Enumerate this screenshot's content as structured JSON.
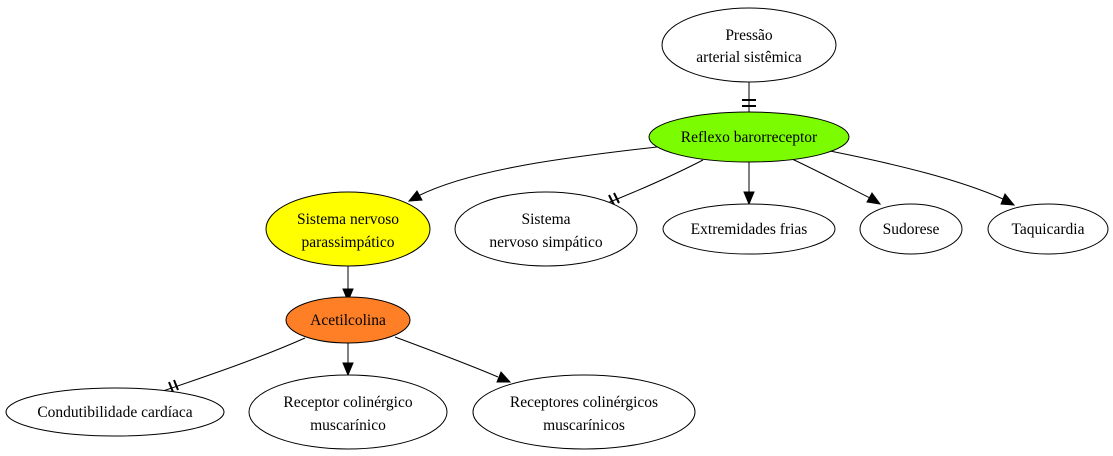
{
  "nodes": {
    "pressao": {
      "lines": [
        "Pressão",
        "arterial sistêmica"
      ],
      "fill": "#ffffff"
    },
    "reflexo": {
      "lines": [
        "Reflexo barorreceptor"
      ],
      "fill": "#7cfc00"
    },
    "parassimpatico": {
      "lines": [
        "Sistema nervoso",
        "parassimpático"
      ],
      "fill": "#ffff00"
    },
    "simpatico": {
      "lines": [
        "Sistema",
        "nervoso simpático"
      ],
      "fill": "#ffffff"
    },
    "extremidades": {
      "lines": [
        "Extremidades frias"
      ],
      "fill": "#ffffff"
    },
    "sudorese": {
      "lines": [
        "Sudorese"
      ],
      "fill": "#ffffff"
    },
    "taquicardia": {
      "lines": [
        "Taquicardia"
      ],
      "fill": "#ffffff"
    },
    "acetilcolina": {
      "lines": [
        "Acetilcolina"
      ],
      "fill": "#ff7f27"
    },
    "condutibilidade": {
      "lines": [
        "Condutibilidade cardíaca"
      ],
      "fill": "#ffffff"
    },
    "receptor": {
      "lines": [
        "Receptor colinérgico",
        "muscarínico"
      ],
      "fill": "#ffffff"
    },
    "receptores": {
      "lines": [
        "Receptores colinérgicos",
        "muscarínicos"
      ],
      "fill": "#ffffff"
    }
  },
  "edges": [
    {
      "from": "pressao",
      "to": "reflexo",
      "type": "inhibit"
    },
    {
      "from": "reflexo",
      "to": "parassimpatico",
      "type": "activate"
    },
    {
      "from": "reflexo",
      "to": "simpatico",
      "type": "inhibit"
    },
    {
      "from": "reflexo",
      "to": "extremidades",
      "type": "activate"
    },
    {
      "from": "reflexo",
      "to": "sudorese",
      "type": "activate"
    },
    {
      "from": "reflexo",
      "to": "taquicardia",
      "type": "activate"
    },
    {
      "from": "parassimpatico",
      "to": "acetilcolina",
      "type": "activate"
    },
    {
      "from": "acetilcolina",
      "to": "condutibilidade",
      "type": "inhibit"
    },
    {
      "from": "acetilcolina",
      "to": "receptor",
      "type": "activate"
    },
    {
      "from": "acetilcolina",
      "to": "receptores",
      "type": "activate"
    }
  ]
}
